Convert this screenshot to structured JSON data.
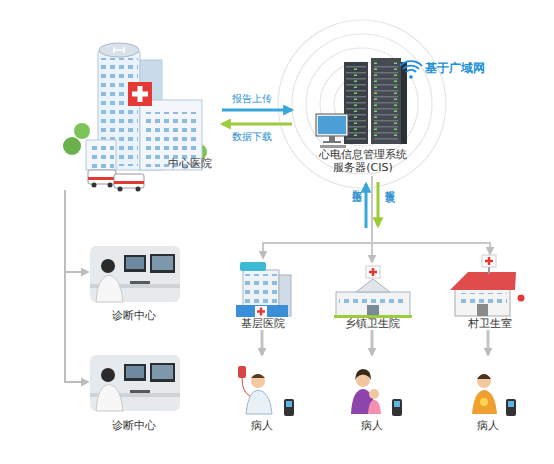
{
  "diagram": {
    "nodes": [
      {
        "text": [
          "中心医院"
        ]
      },
      {
        "text": [
          "心电信息管理系统 服务器(CIS)"
        ]
      },
      {
        "text": [
          "诊断中心"
        ]
      },
      {
        "text": [
          "诊断中心"
        ]
      },
      {
        "text": [
          "基层医院"
        ]
      },
      {
        "text": [
          "乡镇卫生院"
        ]
      },
      {
        "text": [
          "村卫生室"
        ]
      },
      {
        "text": [
          "病人"
        ]
      },
      {
        "text": [
          "病人"
        ]
      },
      {
        "text": [
          "病人"
        ]
      }
    ],
    "edges": [
      {
        "from": 0,
        "to": 1,
        "label": "报告上传",
        "arrow": "to"
      },
      {
        "from": 1,
        "to": 0,
        "label": "数据下载",
        "arrow": "to"
      },
      {
        "from": 0,
        "to": 2,
        "arrow": "to"
      },
      {
        "from": 0,
        "to": 3,
        "arrow": "to"
      },
      {
        "from": 1,
        "to": 4,
        "arrow": "to"
      },
      {
        "from": 1,
        "to": 5,
        "arrow": "to"
      },
      {
        "from": 1,
        "to": 6,
        "arrow": "to"
      },
      {
        "from": 4,
        "to": 7,
        "arrow": "to"
      },
      {
        "from": 5,
        "to": 8,
        "arrow": "to"
      },
      {
        "from": 6,
        "to": 9,
        "arrow": "to"
      }
    ],
    "labels": [
      "基于广域网",
      "数据上传",
      "报告下载"
    ]
  }
}
